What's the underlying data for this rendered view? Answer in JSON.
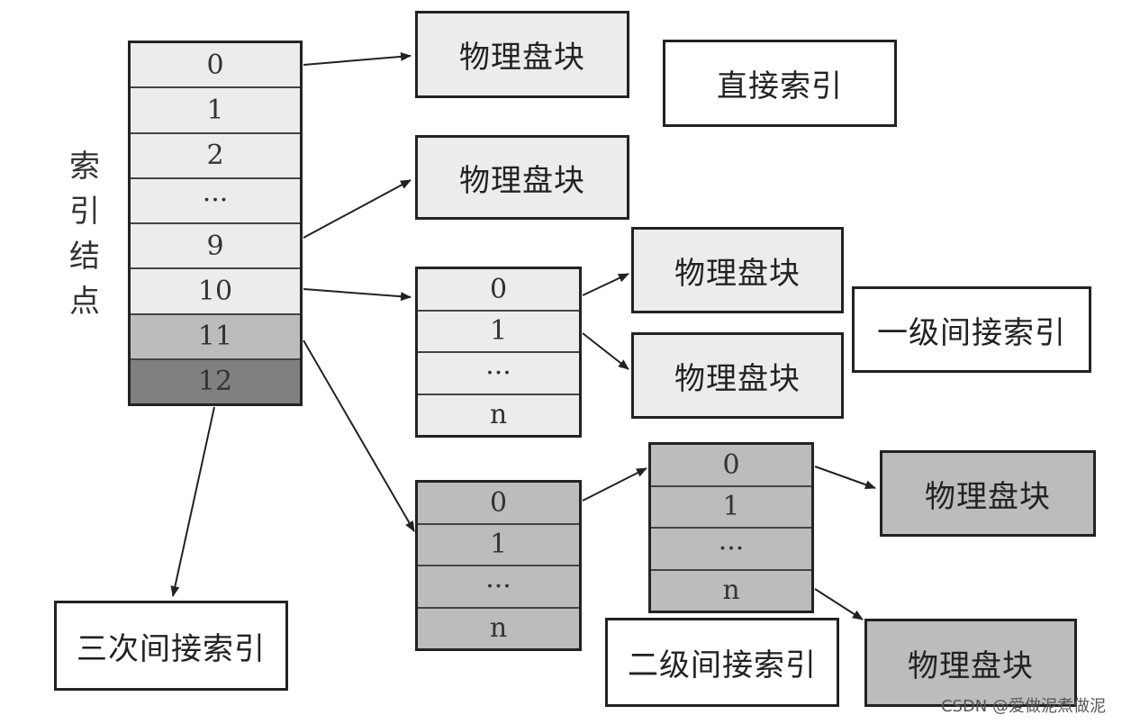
{
  "index_node": {
    "label_chars": [
      "索",
      "引",
      "结",
      "点"
    ],
    "cells": [
      "0",
      "1",
      "2",
      "···",
      "9",
      "10",
      "11",
      "12"
    ]
  },
  "physical_block_label": "物理盘块",
  "direct_index_label": "直接索引",
  "single_indirect": {
    "label": "一级间接索引",
    "cells": [
      "0",
      "1",
      "···",
      "n"
    ]
  },
  "double_indirect": {
    "label": "二级间接索引",
    "first_table_cells": [
      "0",
      "1",
      "···",
      "n"
    ],
    "second_table_cells": [
      "0",
      "1",
      "···",
      "n"
    ]
  },
  "triple_indirect_label": "三次间接索引",
  "watermark": "CSDN @爱做泥煮做泥"
}
